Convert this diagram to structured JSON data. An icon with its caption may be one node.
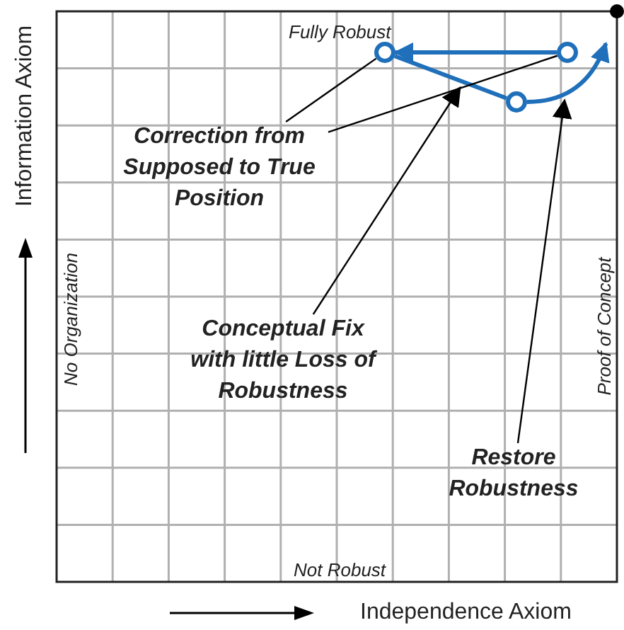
{
  "diagram": {
    "nodes": [
      {
        "text": [
          "Correction from Supposed to True Position"
        ]
      },
      {
        "text": [
          "Conceptual Fix with little Loss of Robustness"
        ]
      },
      {
        "text": [
          "Restore Robustness"
        ]
      },
      {
        "text": [],
        "shape": "circle"
      },
      {
        "text": [],
        "shape": "circle"
      },
      {
        "text": [],
        "shape": "circle"
      },
      {
        "text": [],
        "shape": "circle"
      }
    ],
    "edges": [
      {
        "from": 4,
        "to": 3,
        "arrow": "to",
        "style": "thick",
        "color": "#1f6fba"
      },
      {
        "from": 3,
        "to": 5,
        "arrow": "none",
        "style": "thick",
        "color": "#1f6fba"
      },
      {
        "from": 5,
        "to": 6,
        "arrow": "to",
        "style": "thick",
        "color": "#1f6fba"
      },
      {
        "from": 0,
        "to": 3,
        "arrow": "none"
      },
      {
        "from": 0,
        "to": 4,
        "arrow": "none"
      },
      {
        "from": 1,
        "to": null,
        "arrow": "to"
      },
      {
        "from": 2,
        "to": null,
        "arrow": "to"
      }
    ],
    "labels": [
      "Fully Robust",
      "Information Axiom",
      "No Organization",
      "Proof of Concept",
      "Not Robust",
      "Independence Axiom"
    ]
  }
}
